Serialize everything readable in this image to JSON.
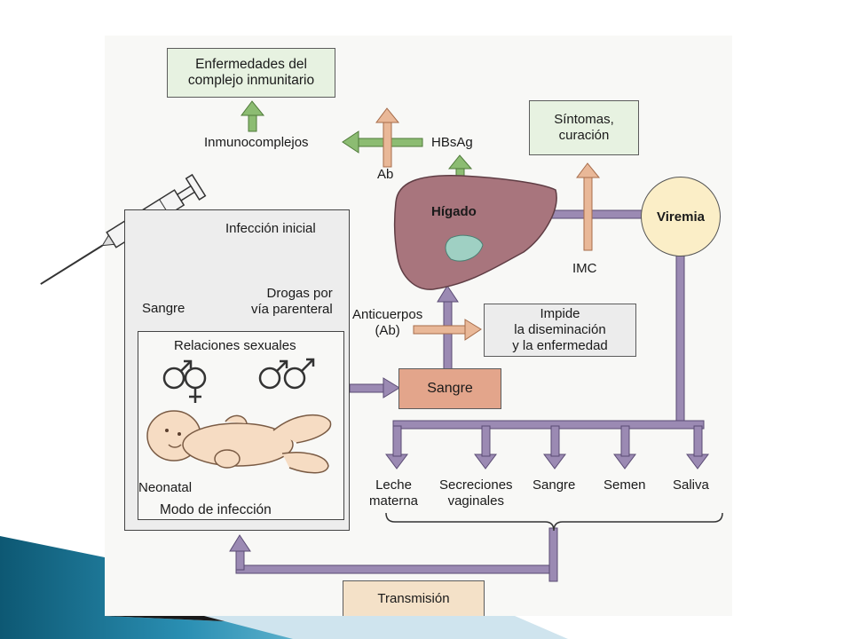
{
  "boxes": {
    "immune_complex_diseases": [
      "Enfermedades del",
      "complejo inmunitario"
    ],
    "symptoms_cure": [
      "Síntomas,",
      "curación"
    ],
    "prevents_spread": [
      "Impide",
      "la diseminación",
      "y la enfermedad"
    ],
    "blood_box": "Sangre",
    "transmission": "Transmisión"
  },
  "labels": {
    "immunocomplexes": "Inmunocomplejos",
    "hbsag": "HBsAg",
    "ab": "Ab",
    "liver": "Hígado",
    "viremia": "Viremia",
    "imc": "IMC",
    "antibodies": [
      "Anticuerpos",
      "(Ab)"
    ]
  },
  "infection_panel": {
    "initial_infection": "Infección inicial",
    "drugs": [
      "Drogas por",
      "vía parenteral"
    ],
    "blood": "Sangre",
    "sexual_relations": "Relaciones sexuales",
    "neonatal": "Neonatal",
    "mode_of_infection": "Modo de infección"
  },
  "fluids": [
    [
      "Leche",
      "materna"
    ],
    [
      "Secreciones",
      "vaginales"
    ],
    [
      "Sangre"
    ],
    [
      "Semen"
    ],
    [
      "Saliva"
    ]
  ],
  "icons": [
    "syringe-icon",
    "male-female-symbol-icon",
    "male-male-symbol-icon",
    "newborn-baby-icon",
    "liver-icon"
  ],
  "colors": {
    "arrow_purple": "#9b8ab3",
    "arrow_green": "#8cbc72",
    "arrow_peach": "#e9b898",
    "box_green": "#e7f2e1",
    "box_salmon": "#e3a58b",
    "liver": "#a8757d",
    "viremia": "#fbeec7",
    "slide_accent": "#1b6d8b"
  }
}
